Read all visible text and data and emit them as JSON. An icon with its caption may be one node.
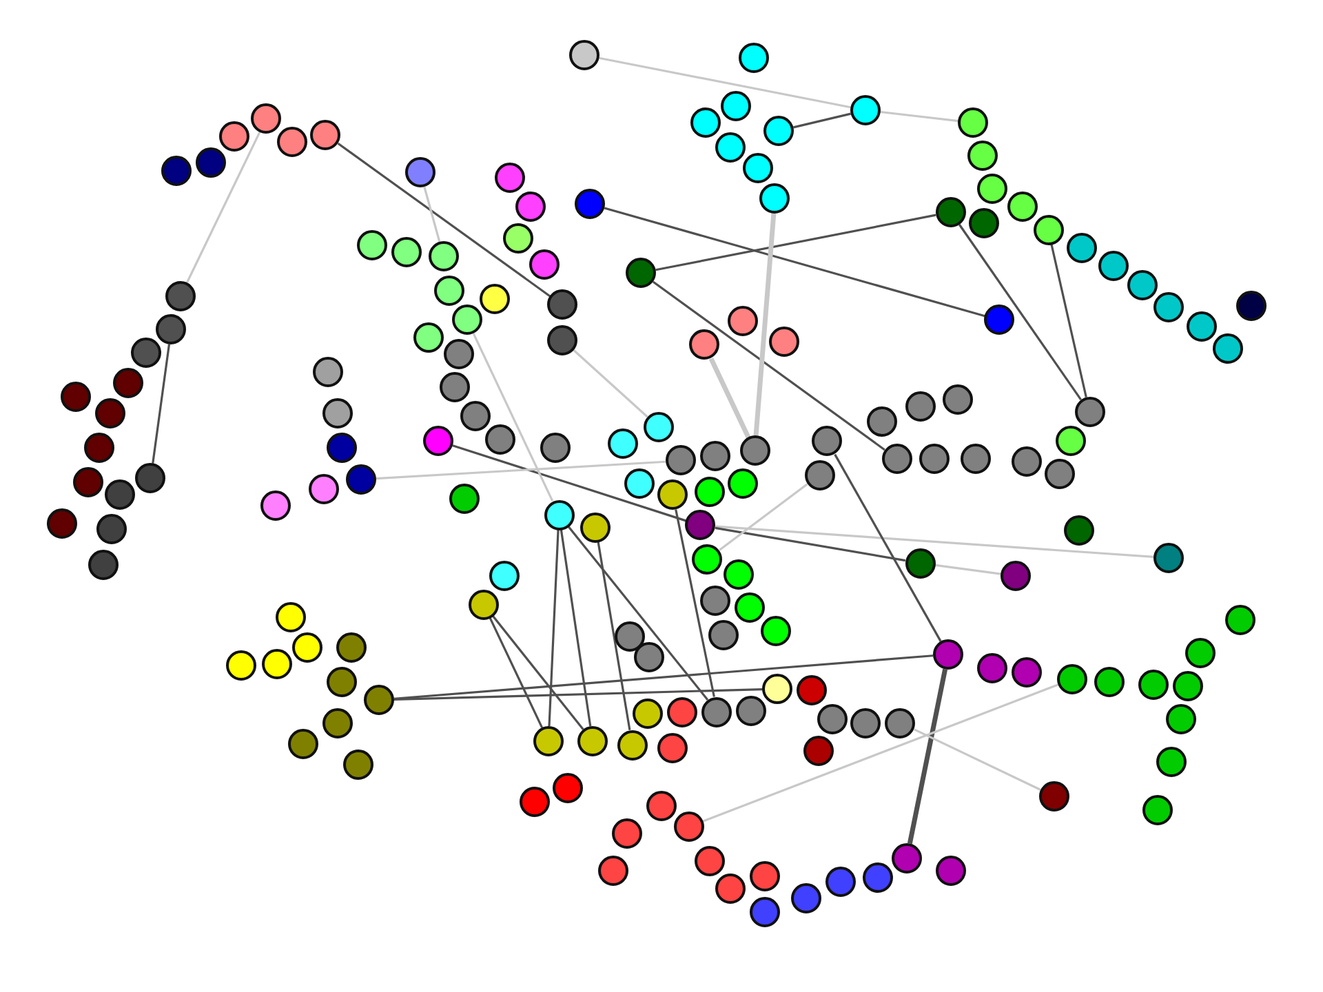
{
  "diagram": {
    "nodes": [
      {
        "text": [],
        "shape": "circle"
      },
      {
        "text": [],
        "shape": "circle"
      },
      {
        "text": [],
        "shape": "circle"
      },
      {
        "text": [],
        "shape": "circle"
      },
      {
        "text": [],
        "shape": "circle"
      },
      {
        "text": [],
        "shape": "circle"
      },
      {
        "text": [],
        "shape": "circle"
      },
      {
        "text": [],
        "shape": "circle"
      },
      {
        "text": [],
        "shape": "circle"
      },
      {
        "text": [],
        "shape": "circle"
      },
      {
        "text": [],
        "shape": "circle"
      },
      {
        "text": [],
        "shape": "circle"
      },
      {
        "text": [],
        "shape": "circle"
      },
      {
        "text": [],
        "shape": "circle"
      },
      {
        "text": [],
        "shape": "circle"
      },
      {
        "text": [],
        "shape": "circle"
      },
      {
        "text": [],
        "shape": "circle"
      },
      {
        "text": [],
        "shape": "circle"
      },
      {
        "text": [],
        "shape": "circle"
      },
      {
        "text": [],
        "shape": "circle"
      },
      {
        "text": [],
        "shape": "circle"
      },
      {
        "text": [],
        "shape": "circle"
      },
      {
        "text": [],
        "shape": "circle"
      },
      {
        "text": [],
        "shape": "circle"
      },
      {
        "text": [],
        "shape": "circle"
      },
      {
        "text": [],
        "shape": "circle"
      },
      {
        "text": [],
        "shape": "circle"
      },
      {
        "text": [],
        "shape": "circle"
      },
      {
        "text": [],
        "shape": "circle"
      },
      {
        "text": [],
        "shape": "circle"
      },
      {
        "text": [],
        "shape": "circle"
      },
      {
        "text": [],
        "shape": "circle"
      },
      {
        "text": [],
        "shape": "circle"
      },
      {
        "text": [],
        "shape": "circle"
      },
      {
        "text": [],
        "shape": "circle"
      },
      {
        "text": [],
        "shape": "circle"
      },
      {
        "text": [],
        "shape": "circle"
      },
      {
        "text": [],
        "shape": "circle"
      },
      {
        "text": [],
        "shape": "circle"
      },
      {
        "text": [],
        "shape": "circle"
      },
      {
        "text": [],
        "shape": "circle"
      },
      {
        "text": [],
        "shape": "circle"
      },
      {
        "text": [],
        "shape": "circle"
      },
      {
        "text": [],
        "shape": "circle"
      },
      {
        "text": [],
        "shape": "circle"
      },
      {
        "text": [],
        "shape": "circle"
      },
      {
        "text": [],
        "shape": "circle"
      },
      {
        "text": [],
        "shape": "circle"
      },
      {
        "text": [],
        "shape": "circle"
      },
      {
        "text": [],
        "shape": "circle"
      },
      {
        "text": [],
        "shape": "circle"
      },
      {
        "text": [],
        "shape": "circle"
      },
      {
        "text": [],
        "shape": "circle"
      },
      {
        "text": [],
        "shape": "circle"
      },
      {
        "text": [],
        "shape": "circle"
      },
      {
        "text": [],
        "shape": "circle"
      },
      {
        "text": [],
        "shape": "circle"
      },
      {
        "text": [],
        "shape": "circle"
      },
      {
        "text": [],
        "shape": "circle"
      },
      {
        "text": [],
        "shape": "circle"
      },
      {
        "text": [],
        "shape": "circle"
      },
      {
        "text": [],
        "shape": "circle"
      },
      {
        "text": [],
        "shape": "circle"
      },
      {
        "text": [],
        "shape": "circle"
      },
      {
        "text": [],
        "shape": "circle"
      },
      {
        "text": [],
        "shape": "circle"
      },
      {
        "text": [],
        "shape": "circle"
      },
      {
        "text": [],
        "shape": "circle"
      },
      {
        "text": [],
        "shape": "circle"
      },
      {
        "text": [],
        "shape": "circle"
      },
      {
        "text": [],
        "shape": "circle"
      },
      {
        "text": [],
        "shape": "circle"
      },
      {
        "text": [],
        "shape": "circle"
      },
      {
        "text": [],
        "shape": "circle"
      },
      {
        "text": [],
        "shape": "circle"
      },
      {
        "text": [],
        "shape": "circle"
      },
      {
        "text": [],
        "shape": "circle"
      },
      {
        "text": [],
        "shape": "circle"
      },
      {
        "text": [],
        "shape": "circle"
      },
      {
        "text": [],
        "shape": "circle"
      },
      {
        "text": [],
        "shape": "circle"
      },
      {
        "text": [],
        "shape": "circle"
      },
      {
        "text": [],
        "shape": "circle"
      },
      {
        "text": [],
        "shape": "circle"
      },
      {
        "text": [],
        "shape": "circle"
      },
      {
        "text": [],
        "shape": "circle"
      },
      {
        "text": [],
        "shape": "circle"
      },
      {
        "text": [],
        "shape": "circle"
      },
      {
        "text": [],
        "shape": "circle"
      },
      {
        "text": [],
        "shape": "circle"
      },
      {
        "text": [],
        "shape": "circle"
      },
      {
        "text": [],
        "shape": "circle"
      },
      {
        "text": [],
        "shape": "circle"
      },
      {
        "text": [],
        "shape": "circle"
      },
      {
        "text": [],
        "shape": "circle"
      },
      {
        "text": [],
        "shape": "circle"
      },
      {
        "text": [],
        "shape": "circle"
      },
      {
        "text": [],
        "shape": "circle"
      },
      {
        "text": [],
        "shape": "circle"
      },
      {
        "text": [],
        "shape": "circle"
      },
      {
        "text": [],
        "shape": "circle"
      },
      {
        "text": [],
        "shape": "circle"
      },
      {
        "text": [],
        "shape": "circle"
      },
      {
        "text": [],
        "shape": "circle"
      },
      {
        "text": [],
        "shape": "circle"
      },
      {
        "text": [],
        "shape": "circle"
      },
      {
        "text": [],
        "shape": "circle"
      },
      {
        "text": [],
        "shape": "circle"
      },
      {
        "text": [],
        "shape": "circle"
      },
      {
        "text": [],
        "shape": "circle"
      },
      {
        "text": [],
        "shape": "circle"
      },
      {
        "text": [],
        "shape": "circle"
      },
      {
        "text": [],
        "shape": "circle"
      },
      {
        "text": [],
        "shape": "circle"
      },
      {
        "text": [],
        "shape": "circle"
      },
      {
        "text": [],
        "shape": "circle"
      },
      {
        "text": [],
        "shape": "circle"
      },
      {
        "text": [],
        "shape": "circle"
      },
      {
        "text": [],
        "shape": "circle"
      },
      {
        "text": [],
        "shape": "circle"
      },
      {
        "text": [],
        "shape": "circle"
      },
      {
        "text": [],
        "shape": "circle"
      },
      {
        "text": [],
        "shape": "circle"
      },
      {
        "text": [],
        "shape": "circle"
      },
      {
        "text": [],
        "shape": "circle"
      },
      {
        "text": [],
        "shape": "circle"
      },
      {
        "text": [],
        "shape": "circle"
      },
      {
        "text": [],
        "shape": "circle"
      },
      {
        "text": [],
        "shape": "circle"
      },
      {
        "text": [],
        "shape": "circle"
      },
      {
        "text": [],
        "shape": "circle"
      },
      {
        "text": [],
        "shape": "circle"
      },
      {
        "text": [],
        "shape": "circle"
      },
      {
        "text": [],
        "shape": "circle"
      },
      {
        "text": [],
        "shape": "circle"
      },
      {
        "text": [],
        "shape": "circle"
      },
      {
        "text": [],
        "shape": "circle"
      },
      {
        "text": [],
        "shape": "circle"
      },
      {
        "text": [],
        "shape": "circle"
      },
      {
        "text": [],
        "shape": "circle"
      },
      {
        "text": [],
        "shape": "circle"
      },
      {
        "text": [],
        "shape": "circle"
      },
      {
        "text": [],
        "shape": "circle"
      },
      {
        "text": [],
        "shape": "circle"
      },
      {
        "text": [],
        "shape": "circle"
      },
      {
        "text": [],
        "shape": "circle"
      },
      {
        "text": [],
        "shape": "circle"
      },
      {
        "text": [],
        "shape": "circle"
      },
      {
        "text": [],
        "shape": "circle"
      },
      {
        "text": [],
        "shape": "circle"
      },
      {
        "text": [],
        "shape": "circle"
      },
      {
        "text": [],
        "shape": "circle"
      },
      {
        "text": [],
        "shape": "circle"
      },
      {
        "text": [],
        "shape": "circle"
      },
      {
        "text": [],
        "shape": "circle"
      },
      {
        "text": [],
        "shape": "circle"
      },
      {
        "text": [],
        "shape": "circle"
      },
      {
        "text": [],
        "shape": "circle"
      },
      {
        "text": [],
        "shape": "circle"
      },
      {
        "text": [],
        "shape": "circle"
      },
      {
        "text": [],
        "shape": "circle"
      },
      {
        "text": [],
        "shape": "circle"
      },
      {
        "text": [],
        "shape": "circle"
      },
      {
        "text": [],
        "shape": "circle"
      },
      {
        "text": [],
        "shape": "circle"
      }
    ],
    "edges": [
      {
        "from": 0,
        "to": 8,
        "arrow": "none",
        "color": "#c8c8c8"
      },
      {
        "from": 8,
        "to": 9,
        "arrow": "none",
        "color": "#c8c8c8"
      },
      {
        "from": 7,
        "to": 8,
        "arrow": "none"
      },
      {
        "from": 26,
        "to": 50,
        "arrow": "none"
      },
      {
        "from": 23,
        "to": 47,
        "arrow": "none",
        "color": "#c8c8c8"
      },
      {
        "from": 34,
        "to": 36,
        "arrow": "none"
      },
      {
        "from": 35,
        "to": 14,
        "arrow": "none"
      },
      {
        "from": 35,
        "to": 89,
        "arrow": "none"
      },
      {
        "from": 13,
        "to": 93,
        "arrow": "none"
      },
      {
        "from": 14,
        "to": 93,
        "arrow": "none"
      },
      {
        "from": 6,
        "to": 83,
        "arrow": "none",
        "style": "thick",
        "color": "#c8c8c8"
      },
      {
        "from": 29,
        "to": 42,
        "arrow": "none",
        "color": "#c8c8c8"
      },
      {
        "from": 48,
        "to": 58,
        "arrow": "none"
      },
      {
        "from": 51,
        "to": 75,
        "arrow": "none",
        "color": "#c8c8c8"
      },
      {
        "from": 73,
        "to": 96,
        "arrow": "none"
      },
      {
        "from": 96,
        "to": 106,
        "arrow": "none",
        "color": "#c8c8c8"
      },
      {
        "from": 96,
        "to": 103,
        "arrow": "none"
      },
      {
        "from": 103,
        "to": 104,
        "arrow": "none",
        "color": "#c8c8c8"
      },
      {
        "from": 78,
        "to": 143,
        "arrow": "none"
      },
      {
        "from": 78,
        "to": 144,
        "arrow": "none"
      },
      {
        "from": 79,
        "to": 145,
        "arrow": "none"
      },
      {
        "from": 80,
        "to": 113,
        "arrow": "none"
      },
      {
        "from": 78,
        "to": 113,
        "arrow": "none"
      },
      {
        "from": 108,
        "to": 144,
        "arrow": "none"
      },
      {
        "from": 108,
        "to": 143,
        "arrow": "none"
      },
      {
        "from": 127,
        "to": 131,
        "arrow": "none"
      },
      {
        "from": 127,
        "to": 118,
        "arrow": "none"
      },
      {
        "from": 131,
        "to": 162,
        "arrow": "none",
        "style": "thick"
      },
      {
        "from": 85,
        "to": 131,
        "arrow": "none"
      },
      {
        "from": 152,
        "to": 134,
        "arrow": "none",
        "color": "#c8c8c8"
      },
      {
        "from": 37,
        "to": 83,
        "arrow": "none",
        "style": "thick",
        "color": "#c8c8c8"
      },
      {
        "from": 117,
        "to": 164,
        "arrow": "none",
        "color": "#c8c8c8"
      },
      {
        "from": 99,
        "to": 84,
        "arrow": "none",
        "color": "#c8c8c8"
      },
      {
        "from": 44,
        "to": 78,
        "arrow": "none",
        "color": "#c8c8c8"
      },
      {
        "from": 70,
        "to": 81,
        "arrow": "none",
        "color": "#c8c8c8"
      }
    ]
  }
}
